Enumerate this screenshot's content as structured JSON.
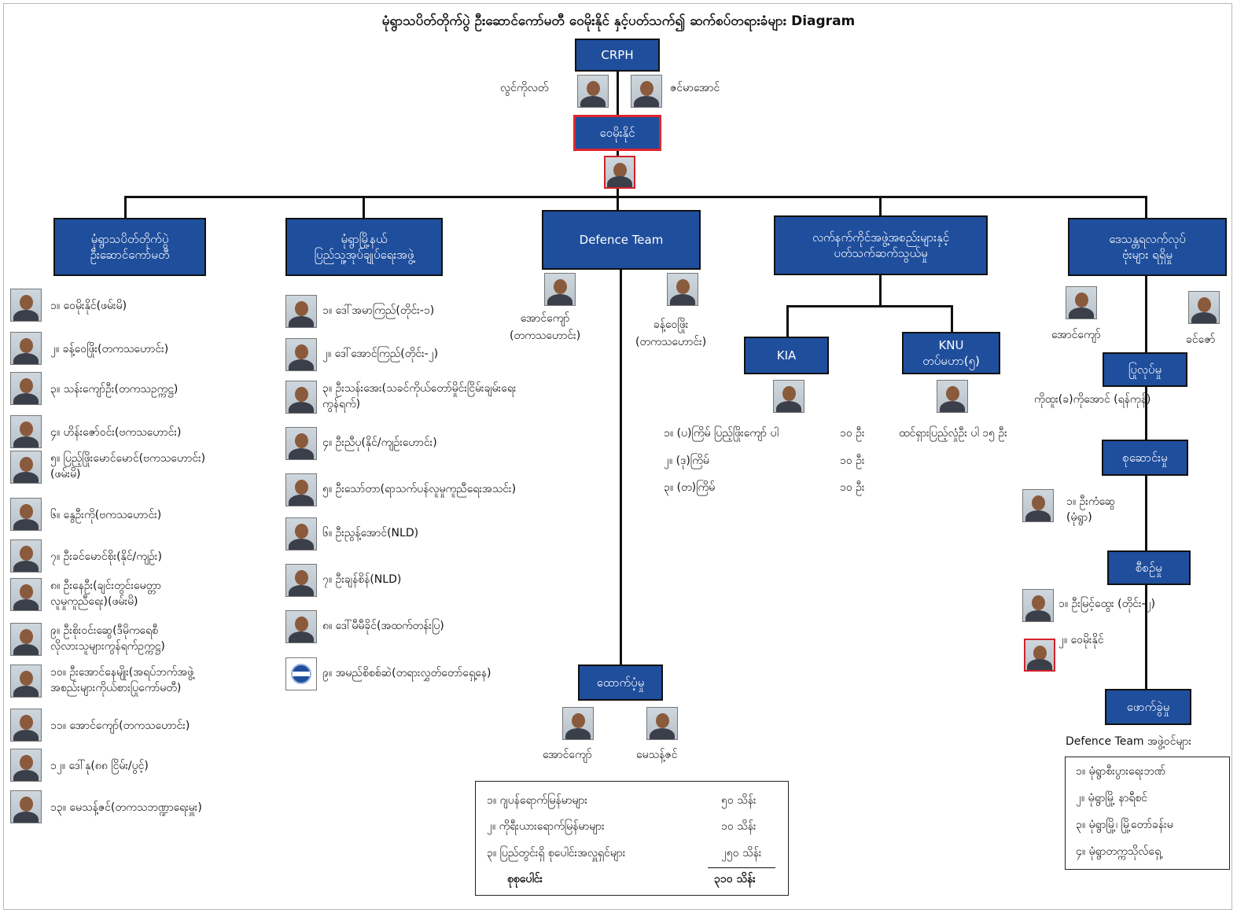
{
  "title": "မုံရွာသပိတ်တိုက်ပွဲ ဦးဆောင်ကော်မတီ ဝေမိုးနိုင် နှင့်ပတ်သက်၍ ဆက်စပ်တရားခံများ Diagram",
  "top": {
    "crph": "CRPH",
    "person_left": "လွင်ကိုလတ်",
    "person_right": "ဇင်မာအောင်",
    "leader": "ဝေမိုးနိုင်"
  },
  "columns": {
    "committee": {
      "header": "မုံရွာသပိတ်တိုက်ပွဲ\nဦးဆောင်ကော်မတီ",
      "members": [
        "၁။ ဝေမိုးနိုင်(ဖမ်းမိ)",
        "၂။ ခန့်ဝေဖြိုး(တကသဟောင်း)",
        "၃။ သန်းကျော်ဦး(တကသဥက္ကဋ္ဌ)",
        "၄။ ဟိန်းဇော်ဝင်း(ဗကသဟောင်း)",
        "၅။ ပြည့်ဖြိုးမောင်မောင်(ဗကသဟောင်း)\n(ဖမ်းမိ)",
        "၆။ နွေဦးကို(ဗကသဟောင်း)",
        "၇။ ဦးခင်မောင်စိုး(နိုင်/ကျဉ်း)",
        "၈။ ဦးနေဦး(ချင်းတွင်းမေတ္တာ\nလူမှုကူညီရေး)(ဖမ်းမိ)",
        "၉။ ဦးစိုးဝင်းဆွေ(ဒီမိုကရေစီ\nလိုလားသူများကွန်ရက်ဥက္ကဋ္ဌ)",
        "၁၀။ ဦးအောင်နေမျိုး(အရပ်ဘက်အဖွဲ့\nအစည်းများကိုယ်စားပြုကော်မတီ)",
        "၁၁။ အောင်ကျော်(တကသဟောင်း)",
        "၁၂။ ဒေါ်နု(၈၈ ငြိမ်း/ပွင့်)",
        "၁၃။ မေသန့်ဇင်(တကသဘဏ္ဍာရေးမှူး)"
      ]
    },
    "civil": {
      "header": "မုံရွာမြို့နယ်\nပြည်သူ့အုပ်ချုပ်ရေးအဖွဲ့",
      "members": [
        "၁။ ဒေါ်အမာကြည်(တိုင်း-၁)",
        "၂။ ဒေါ်အောင်ကြည်(တိုင်း-၂)",
        "၃။ ဦးသန်းအေး(သခင်ကိုယ်တော်မှိုင်းငြိမ်းချမ်းရေး\nကွန်ရက်)",
        "၄။ ဦးညီပု(နိုင်/ကျဉ်းဟောင်း)",
        "၅။ ဦးသော်တာ(ရာသက်ပန်လူမှုကူညီရေးအသင်း)",
        "၆။ ဦးညွန့်အောင်(NLD)",
        "၇။ ဦးချန်စိန်(NLD)",
        "၈။ ဒေါ်မီမီခိုင်(အထက်တန်းပြ)",
        "၉။ အမည်စိစစ်ဆဲ(တရားလွှတ်တော်ရှေ့နေ)"
      ]
    },
    "defence": {
      "header": "Defence Team",
      "person_left": "အောင်ကျော်\n(တကသဟောင်း)",
      "person_right": "ခန့်ဝေဖြိုး\n(တကသဟောင်း)",
      "support": {
        "header": "ထောက်ပံ့မှု",
        "person_left": "အောင်ကျော်",
        "person_right": "မေသန့်ဇင်",
        "funds": [
          {
            "label": "၁။ ဂျပန်ရောက်မြန်မာများ",
            "amount": "၅၀ သိန်း"
          },
          {
            "label": "၂။ ကိုရီးယားရောက်မြန်မာများ",
            "amount": "၁၀ သိန်း"
          },
          {
            "label": "၃။ ပြည်တွင်းရှိ စုပေါင်းအလှူရှင်များ",
            "amount": "၂၅၀ သိန်း"
          }
        ],
        "total_label": "စုစုပေါင်း",
        "total_amount": "၃၁၀ သိန်း"
      }
    },
    "armed": {
      "header": "လက်နက်ကိုင်အဖွဲ့အစည်းများနှင့်\nပတ်သက်ဆက်သွယ်မှု",
      "kia": "KIA",
      "knu": "KNU\nတပ်မဟာ(၅)",
      "groups": [
        {
          "label": "၁။ (ပ)ကြိမ် ပြည့်ဖြိုးကျော် ပါ",
          "count": "၁၀ ဦး"
        },
        {
          "label": "၂။ (ဒု)ကြိမ်",
          "count": "၁၀ ဦး"
        },
        {
          "label": "၃။ (တ)ကြိမ်",
          "count": "၁၀ ဦး"
        }
      ],
      "knu_note": "ထင်ရှားပြည့်လှုံဦး ပါ ၁၅ ဦး"
    },
    "local": {
      "header": "ဒေသန္တရလက်လုပ်\nဗုံးများ ရရှိမှု",
      "person_left": "အောင်ကျော်",
      "person_right": "ခင်ဇော်",
      "make": {
        "header": "ပြုလုပ်မှု",
        "note": "ကိုထူး(ခ)ကိုအောင်  (ရန်ကုန်)"
      },
      "lead": {
        "header": "စုဆောင်းမှု",
        "member": "၁။ ဦးကံဆွေ\n(မုံရွာ)"
      },
      "plan": {
        "header": "စီစဉ်မှု",
        "members": [
          "၁။ ဦးမြင့်ထွေး  (တိုင်း-၂)",
          "၂။ ဝေမိုးနိုင်"
        ]
      },
      "blast": {
        "header": "ဖောက်ခွဲမှု"
      },
      "team_title": "Defence Team အဖွဲ့ဝင်များ",
      "team": [
        "၁။ မုံရွာစီးပွားရေးဘဏ်",
        "၂။ မုံရွာမြို့ နာရီစင်",
        "၃။ မုံရွာမြို့၊ မြို့တော်ခန်းမ",
        "၄။ မုံရွာတက္ကသိုလ်ရှေ့"
      ]
    }
  },
  "colors": {
    "box": "#1f4e9c",
    "highlight": "#e0252b",
    "line": "#111111"
  }
}
